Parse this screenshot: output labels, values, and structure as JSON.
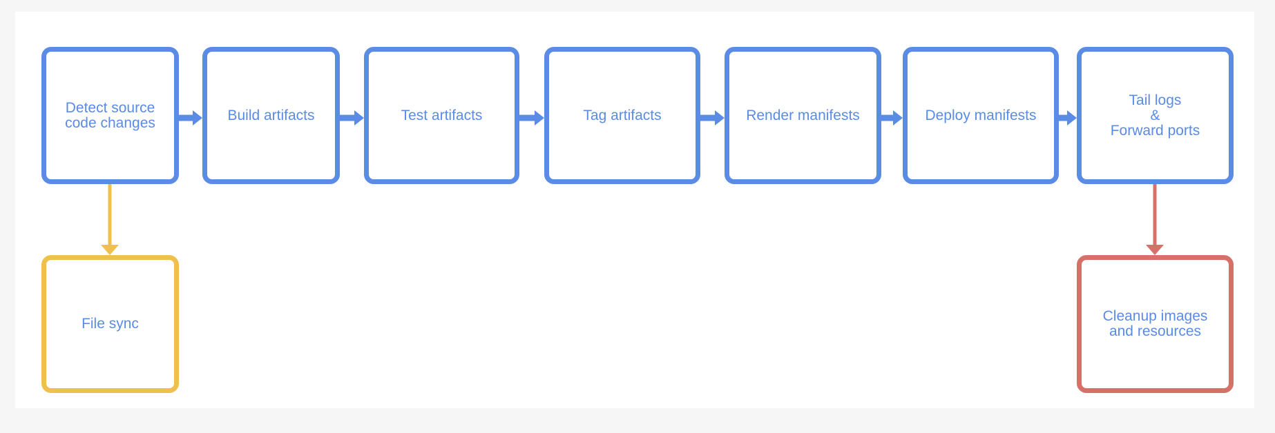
{
  "diagram": {
    "nodes": [
      {
        "id": "detect",
        "label": "Detect source\ncode changes"
      },
      {
        "id": "build",
        "label": "Build artifacts"
      },
      {
        "id": "test",
        "label": "Test artifacts"
      },
      {
        "id": "tag",
        "label": "Tag artifacts"
      },
      {
        "id": "render",
        "label": "Render manifests"
      },
      {
        "id": "deploy",
        "label": "Deploy manifests"
      },
      {
        "id": "tail",
        "label": "Tail logs\n&\nForward ports"
      },
      {
        "id": "sync",
        "label": "File sync"
      },
      {
        "id": "cleanup",
        "label": "Cleanup images\nand resources"
      }
    ],
    "colors": {
      "primary": "#5a8be5",
      "sync": "#efc04d",
      "cleanup": "#d8706a",
      "text": "#5a8be5"
    }
  }
}
